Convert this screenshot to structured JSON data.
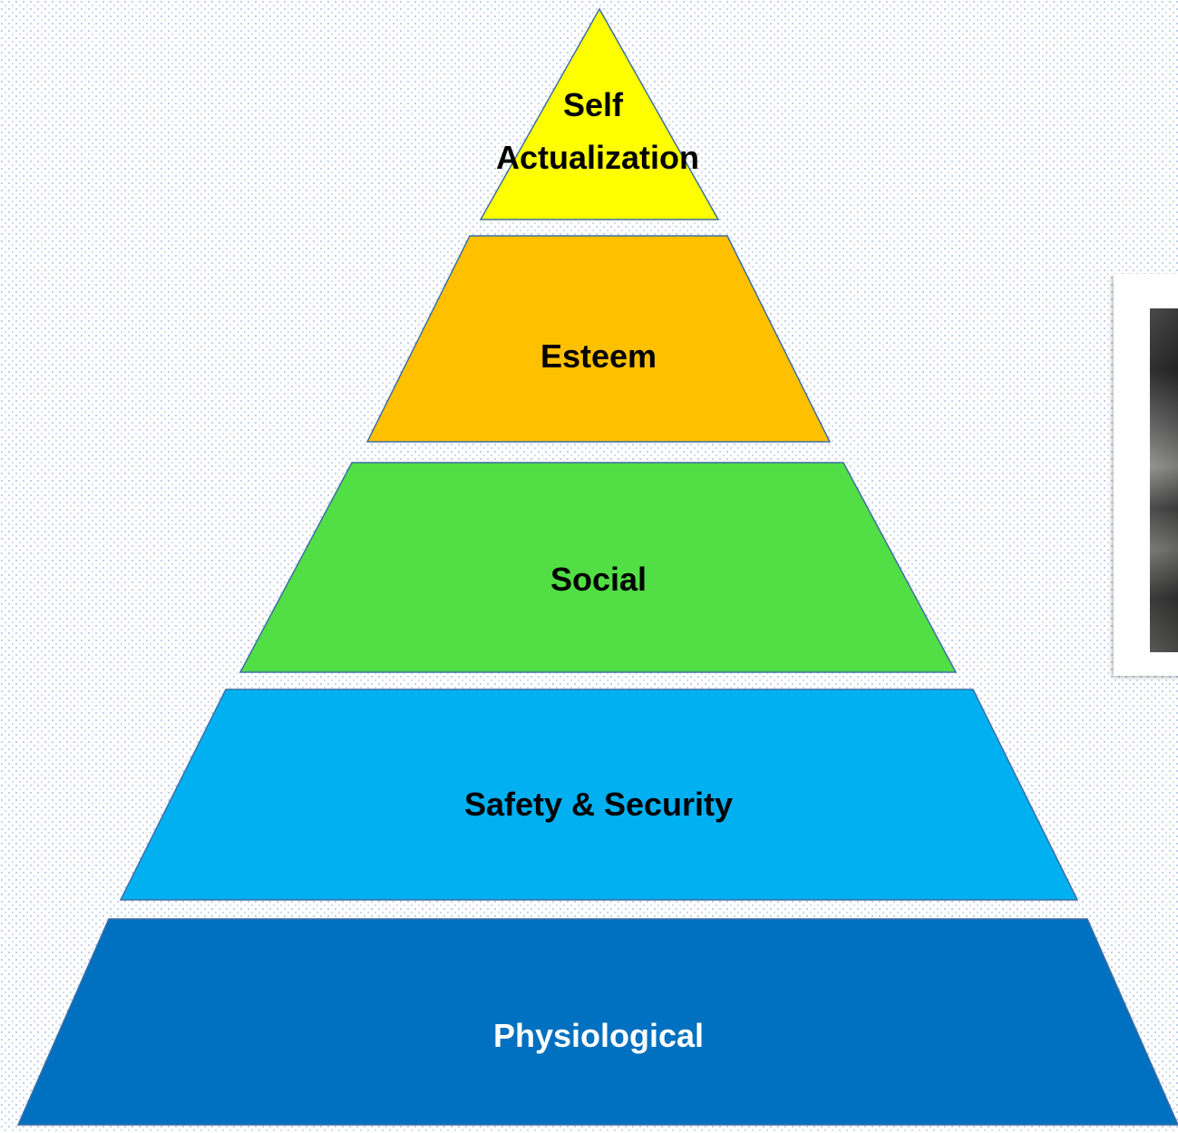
{
  "diagram": {
    "tiers": [
      {
        "label_lines": [
          "Self",
          "Actualization"
        ],
        "fill": "#FFFF00",
        "text_color": "#000000"
      },
      {
        "label_lines": [
          "Esteem"
        ],
        "fill": "#FFC000",
        "text_color": "#000000"
      },
      {
        "label_lines": [
          "Social"
        ],
        "fill": "#52DE45",
        "text_color": "#000000"
      },
      {
        "label_lines": [
          "Safety  & Security"
        ],
        "fill": "#00B0F0",
        "text_color": "#000000"
      },
      {
        "label_lines": [
          "Physiological"
        ],
        "fill": "#0070C0",
        "text_color": "#FFFFFF"
      }
    ],
    "outline_color": "#3D6FA6"
  }
}
